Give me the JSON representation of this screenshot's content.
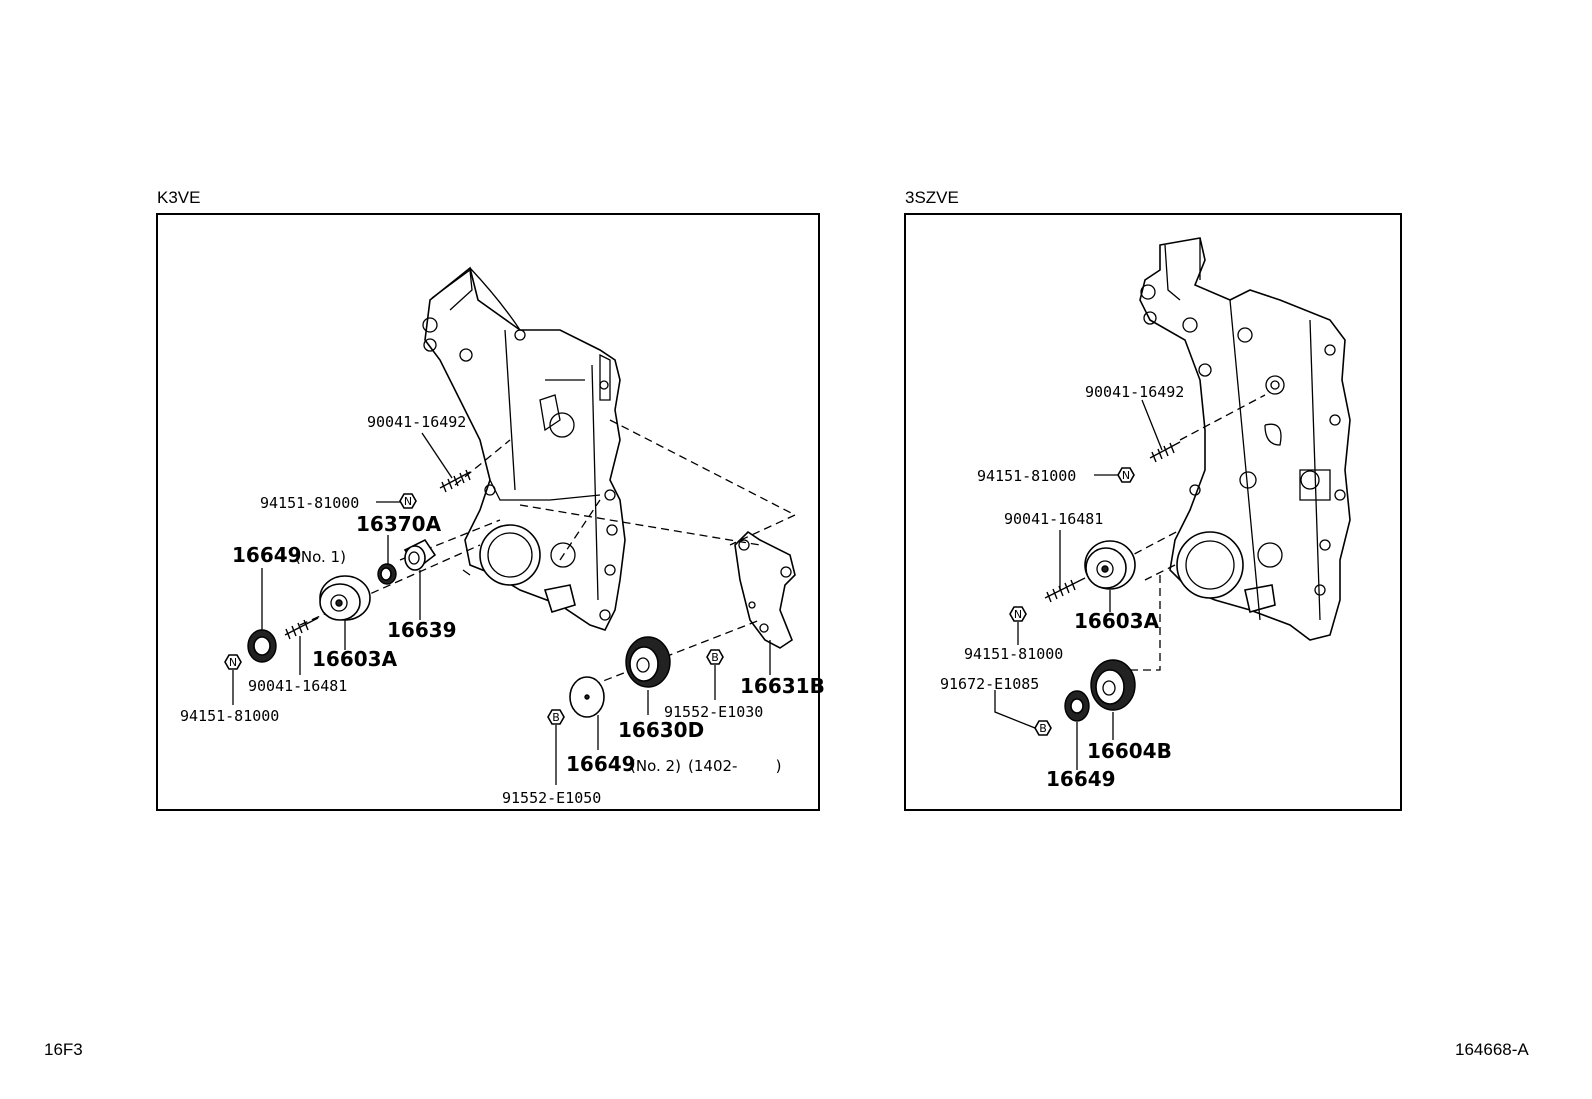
{
  "panels": [
    {
      "title": "K3VE",
      "labels": {
        "stud_a": "90041-16492",
        "nut_a": "94151-81000",
        "bush": "16370A",
        "plate_no1_num": "16649",
        "plate_no1_note": "(No. 1)",
        "collar": "16639",
        "idler_a": "16603A",
        "stud_b": "90041-16481",
        "nut_b": "94151-81000",
        "bracket": "16631B",
        "bolt_a": "91552-E1030",
        "idler_d": "16630D",
        "plate_no2_num": "16649",
        "plate_no2_note": "(No. 2)",
        "plate_no2_range": "(1402-        )",
        "bolt_b": "91552-E1050"
      }
    },
    {
      "title": "3SZVE",
      "labels": {
        "stud_a": "90041-16492",
        "nut_a": "94151-81000",
        "stud_b": "90041-16481",
        "idler_a": "16603A",
        "nut_b": "94151-81000",
        "bolt": "91672-E1085",
        "idler_b": "16604B",
        "plate": "16649"
      }
    }
  ],
  "symbols": {
    "nut": "N",
    "bolt": "B"
  },
  "footer": {
    "left": "16F3",
    "right": "164668-A"
  }
}
